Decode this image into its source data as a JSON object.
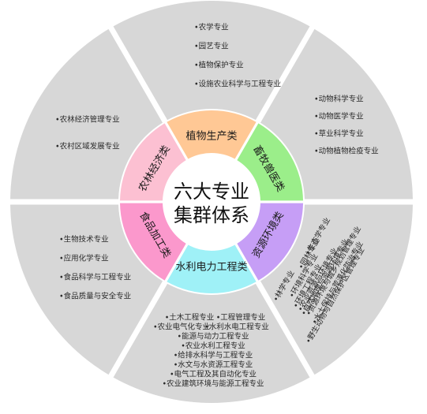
{
  "center": {
    "line1": "六大专业",
    "line2": "集群体系"
  },
  "colors": {
    "outer_sector": "#d7d7d7",
    "background": "#ffffff",
    "inner_sectors": [
      "#ffc895",
      "#9bee8a",
      "#c69ef6",
      "#9ff1f7",
      "#fb98cc",
      "#fcc0d2"
    ]
  },
  "sectors": [
    {
      "id": "plant",
      "name": "植物生产类",
      "majors": [
        "•农学专业",
        "•园艺专业",
        "•植物保护专业",
        "•设施农业科学与工程专业"
      ]
    },
    {
      "id": "animal",
      "name": "畜牧兽医类",
      "majors": [
        "•动物科学专业",
        "•动物医学专业",
        "•草业科学专业",
        "•动物植物检疫专业"
      ]
    },
    {
      "id": "environment",
      "name": "资源环境类",
      "majors": [
        "•水土保持与荒漠化防治专业",
        "•野生动物与自然保护区管理专业",
        "•资源环境与城乡规划管理专业",
        "•自然地理与资源环境专业",
        "•农业资源与环境专业",
        "•环境工程专业",
        "•环境科学专业",
        "•生态学专业",
        "•林学专业",
        "•园林专业"
      ]
    },
    {
      "id": "water",
      "name": "水利电力工程类",
      "majors": [
        "•土木工程专业",
        "•工程管理专业",
        "•农业电气化专业",
        "•水利水电工程专业",
        "•能源与动力工程专业",
        "•农业水利工程专业",
        "•给排水科学与工程专业",
        "•水文与水资源工程专业",
        "•电气工程及其自动化专业",
        "•农业建筑环境与能源工程专业"
      ]
    },
    {
      "id": "food",
      "name": "食品加工类",
      "majors": [
        "•生物技术专业",
        "•应用化学专业",
        "•食品科学与工程专业",
        "•食品质量与安全专业"
      ]
    },
    {
      "id": "forestry",
      "name": "农林经济类",
      "majors": [
        "•农林经济管理专业",
        "•农村区域发展专业"
      ]
    }
  ]
}
